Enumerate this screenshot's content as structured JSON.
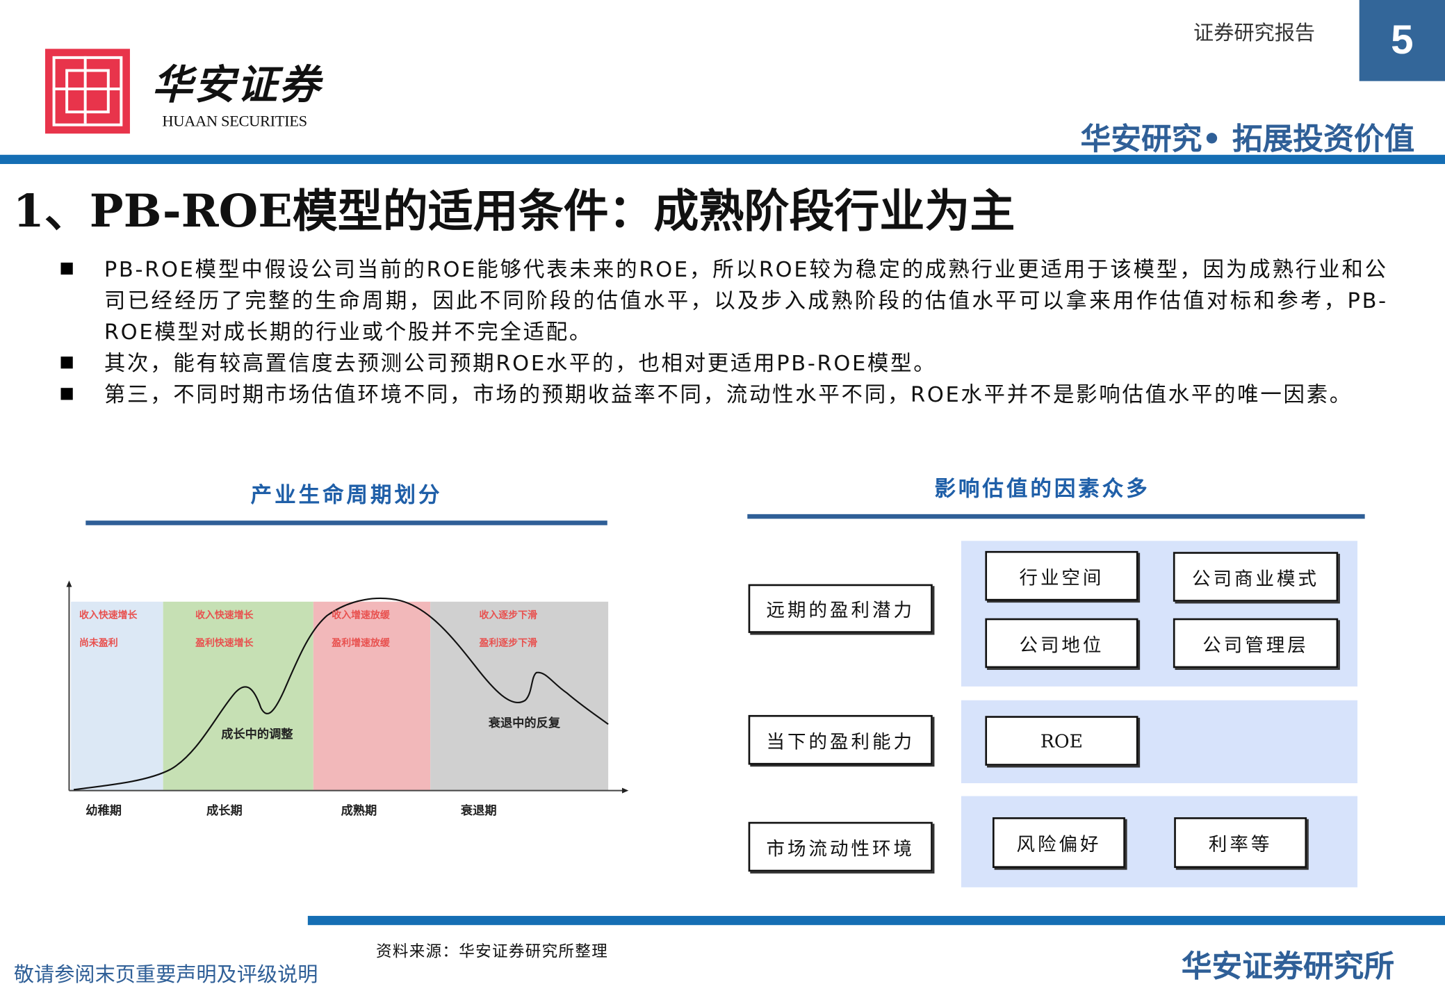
{
  "header": {
    "logo_cn": "华安证券",
    "logo_en": "HUAAN SECURITIES",
    "report_type": "证券研究报告",
    "page_number": "5",
    "slogan": "华安研究• 拓展投资价值",
    "brand_red": "#e8344b",
    "brand_blue": "#156eb4"
  },
  "title": "1、PB-ROE模型的适用条件：成熟阶段行业为主",
  "bullets": [
    "PB-ROE模型中假设公司当前的ROE能够代表未来的ROE，所以ROE较为稳定的成熟行业更适用于该模型，因为成熟行业和公司已经经历了完整的生命周期，因此不同阶段的估值水平，以及步入成熟阶段的估值水平可以拿来用作估值对标和参考，PB-ROE模型对成长期的行业或个股并不完全适配。",
    "其次，能有较高置信度去预测公司预期ROE水平的，也相对更适用PB-ROE模型。",
    "第三，不同时期市场估值环境不同，市场的预期收益率不同，流动性水平不同，ROE水平并不是影响估值水平的唯一因素。"
  ],
  "lifecycle": {
    "title": "产业生命周期划分",
    "stages": [
      {
        "name": "幼稚期",
        "line1": "收入快速增长",
        "line2": "尚未盈利",
        "color": "#dce8f5"
      },
      {
        "name": "成长期",
        "line1": "收入快速增长",
        "line2": "盈利快速增长",
        "color": "#c6e0b4"
      },
      {
        "name": "成熟期",
        "line1": "收入增速放缓",
        "line2": "盈利增速放缓",
        "color": "#f2b8ba"
      },
      {
        "name": "衰退期",
        "line1": "收入逐步下滑",
        "line2": "盈利逐步下滑",
        "color": "#d0d0d0"
      }
    ],
    "annotations": [
      "成长中的调整",
      "衰退中的反复"
    ],
    "text_red": "#e8514f"
  },
  "factors": {
    "title": "影响估值的因素众多",
    "groups": [
      {
        "label": "远期的盈利潜力",
        "items": [
          "行业空间",
          "公司商业模式",
          "公司地位",
          "公司管理层"
        ]
      },
      {
        "label": "当下的盈利能力",
        "items": [
          "ROE"
        ]
      },
      {
        "label": "市场流动性环境",
        "items": [
          "风险偏好",
          "利率等"
        ]
      }
    ],
    "panel_color": "#d7e3fb"
  },
  "footer": {
    "source": "资料来源：华安证券研究所整理",
    "disclaimer": "敬请参阅末页重要声明及评级说明",
    "org": "华安证券研究所"
  }
}
